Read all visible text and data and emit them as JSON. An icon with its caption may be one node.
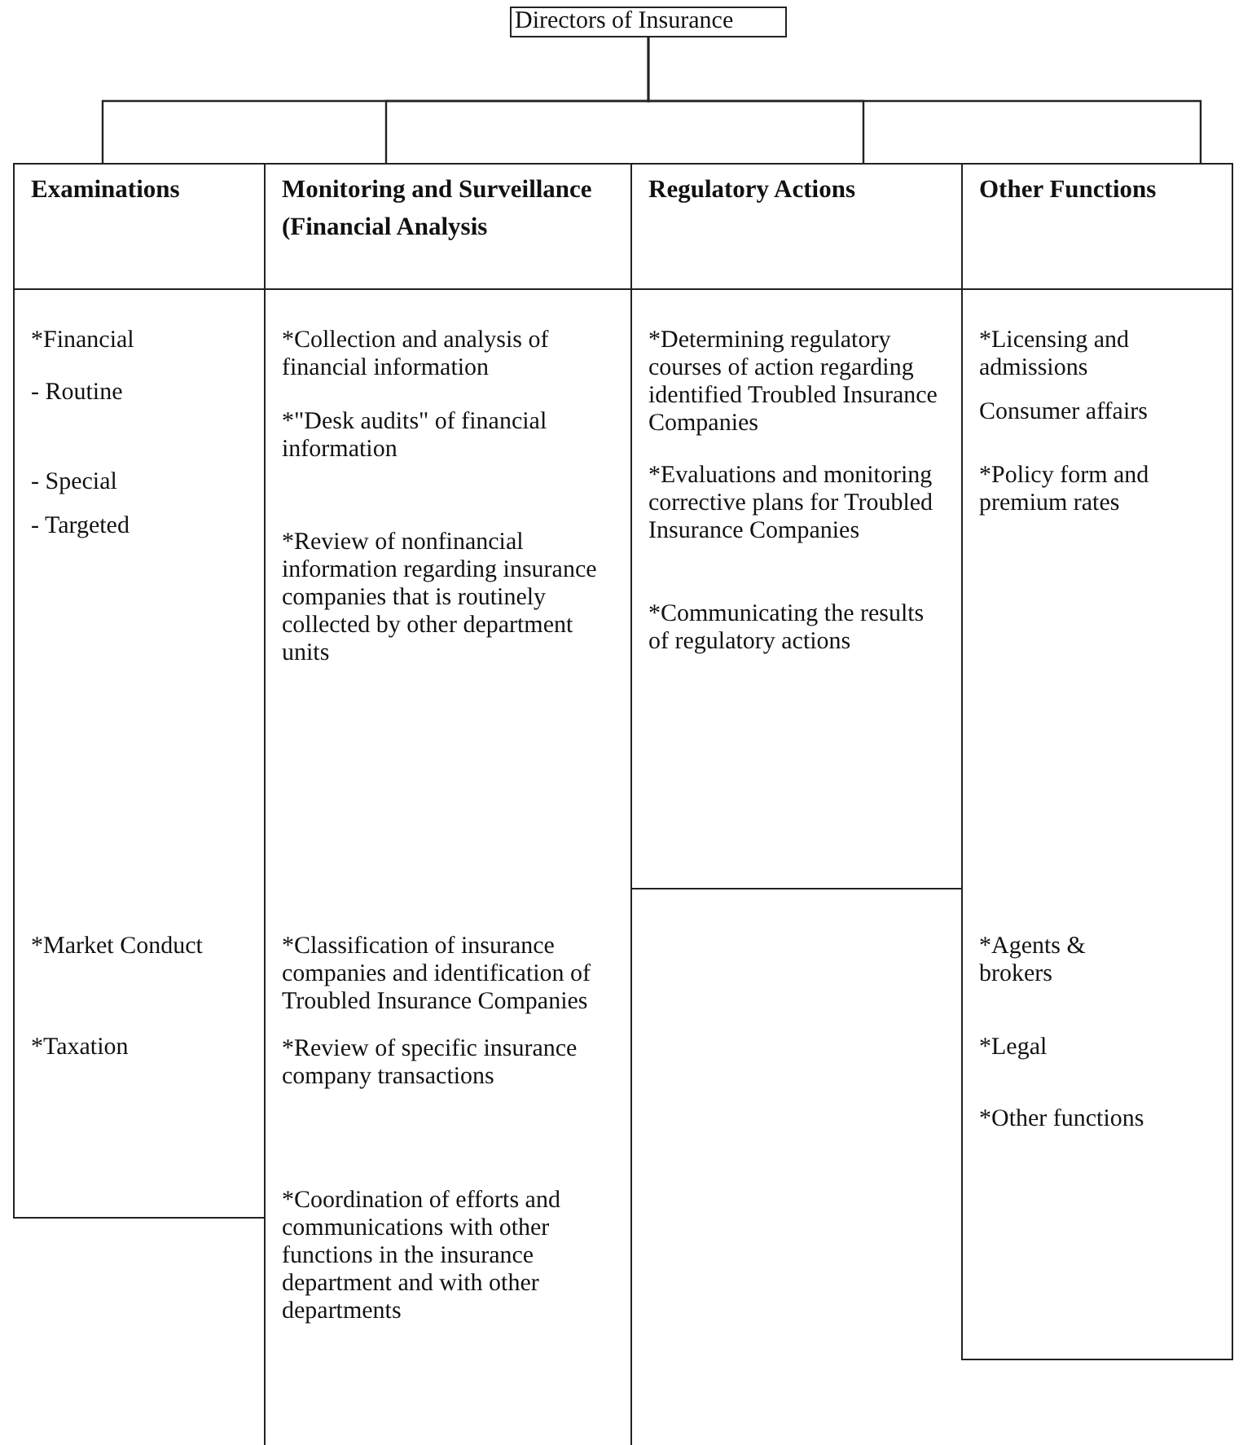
{
  "diagram": {
    "nodes": [
      {
        "text": [
          "Directors of Insurance"
        ]
      },
      {
        "text": [
          "Examinations",
          "*Financial",
          "- Routine",
          "- Special",
          "- Targeted",
          "*Market Conduct",
          "*Taxation"
        ]
      },
      {
        "text": [
          "Monitoring and Surveillance (Financial Analysis",
          "*Collection and analysis of financial information",
          "*\"Desk audits\" of financial information",
          "*Review of nonfinancial information regarding insurance companies that is routinely collected by other department units",
          "*Classification of insurance companies and identification of Troubled Insurance Companies",
          "*Review of specific insurance company transactions",
          "*Coordination of efforts and communications with other functions in the insurance department and with other departments"
        ]
      },
      {
        "text": [
          "Regulatory Actions",
          "*Determining regulatory courses of action regarding identified Troubled Insurance Companies",
          "*Evaluations and monitoring corrective plans for Troubled Insurance Companies",
          "*Communicating the results of regulatory actions"
        ]
      },
      {
        "text": [
          "Other Functions",
          "*Licensing and admissions",
          "Consumer affairs",
          "*Policy form and premium rates",
          "*Agents & brokers",
          "*Legal",
          "*Other functions"
        ]
      }
    ],
    "edges": [
      {
        "from": 0,
        "to": 1,
        "arrow": "none"
      },
      {
        "from": 0,
        "to": 2,
        "arrow": "none"
      },
      {
        "from": 0,
        "to": 3,
        "arrow": "none"
      },
      {
        "from": 0,
        "to": 4,
        "arrow": "none"
      }
    ]
  }
}
